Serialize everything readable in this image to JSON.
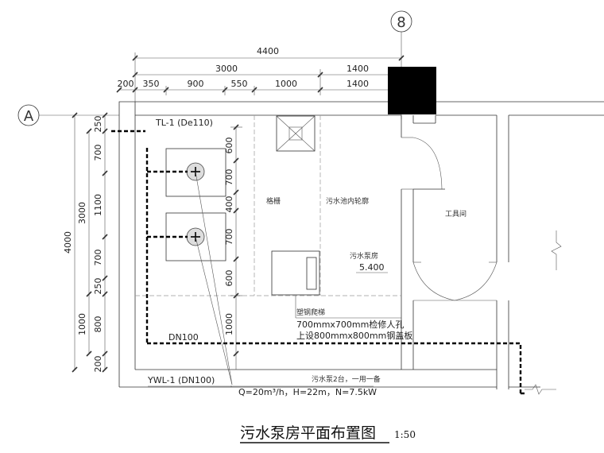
{
  "drawing": {
    "title": "污水泵房平面布置图",
    "scale": "1:50",
    "grid_axes": {
      "vertical": "8",
      "horizontal": "A"
    },
    "top_dimensions": {
      "overall": "4400",
      "row2": [
        "3000",
        "1400"
      ],
      "row3": [
        "200",
        "350",
        "900",
        "550",
        "1000",
        "1400"
      ]
    },
    "left_dimensions": {
      "overall": "4000",
      "middle": [
        "3000",
        "1000"
      ],
      "inner": [
        "250",
        "700",
        "1100",
        "700",
        "250",
        "800",
        "200"
      ]
    },
    "inner_dimensions": [
      "600",
      "700",
      "400",
      "700",
      "600",
      "1000"
    ],
    "labels": {
      "pipe_tl": "TL-1 (De110)",
      "grating": "格栅",
      "sump_outline": "污水池内轮廓",
      "tool_room": "工具间",
      "pump_room": "污水泵房",
      "elevation": "5.400",
      "ladder": "塑钢爬梯",
      "manhole": "700mmx700mm检修人孔",
      "cover": "上设800mmx800mm钢盖板",
      "dn100": "DN100",
      "ywl": "YWL-1 (DN100)",
      "pumps_note": "污水泵2台，一用一备",
      "pump_spec": "Q=20m³/h，H=22m，N=7.5kW"
    }
  }
}
